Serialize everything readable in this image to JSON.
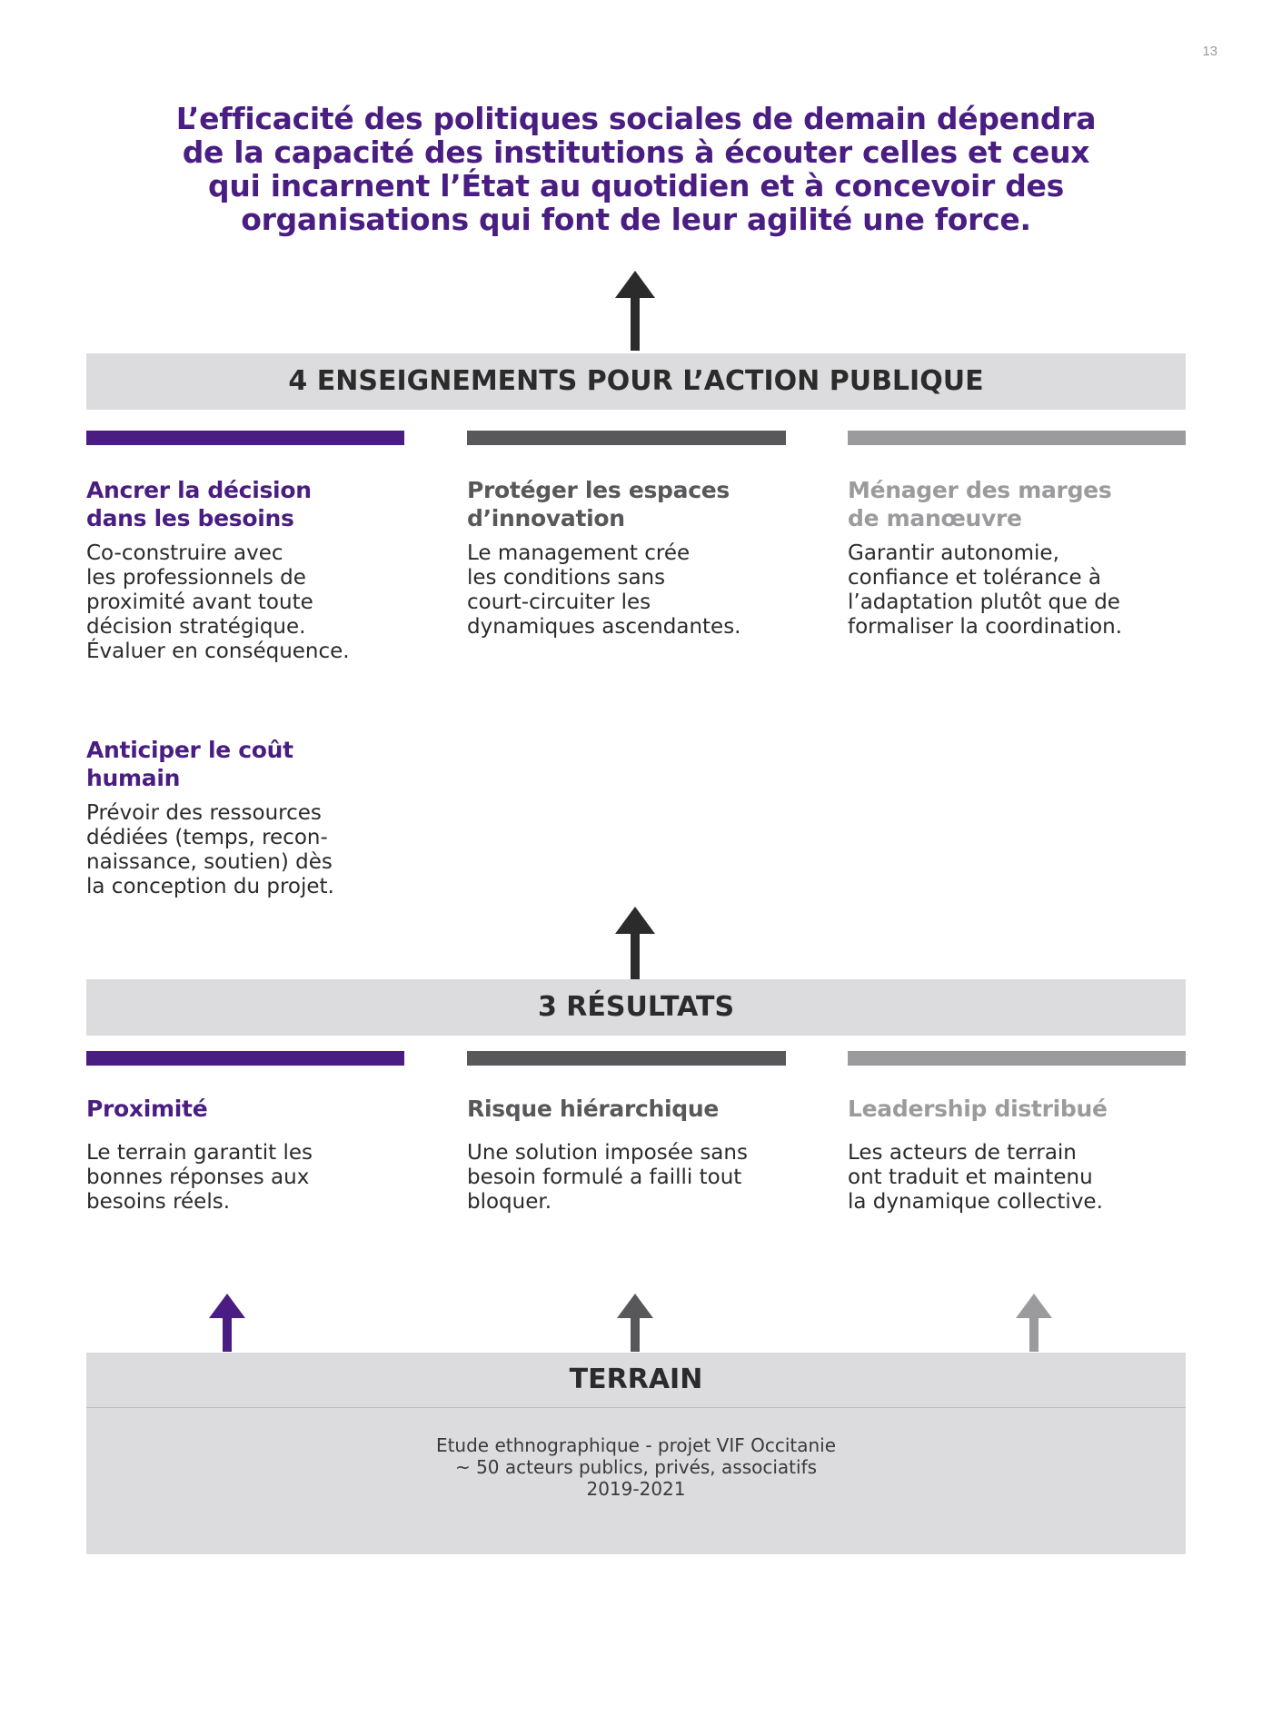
{
  "page_number": "13",
  "headline": "L’efficacité des politiques sociales de demain dépendra de la capacité des institutions à écouter celles et ceux qui incarnent l’État au quotidien et à concevoir des organisations qui font de leur agilité une force.",
  "colors": {
    "purple": "#4a1d82",
    "dark_gray": "#58585a",
    "light_gray": "#9b9b9d",
    "band": "#dcdcde"
  },
  "enseignements": {
    "title": "4 ENSEIGNEMENTS POUR L’ACTION PUBLIQUE",
    "items": [
      {
        "heading": "Ancrer la décision\ndans les besoins",
        "text": "Co-construire avec\nles professionnels de\nproximité avant toute\ndécision stratégique.\nÉvaluer en conséquence."
      },
      {
        "heading": "Protéger les espaces\nd’innovation",
        "text": "Le management crée\nles conditions sans\ncourt-circuiter les\ndynamiques ascendantes."
      },
      {
        "heading": "Ménager des marges\nde manœuvre",
        "text": "Garantir autonomie,\nconfiance et tolérance à\nl’adaptation plutôt que de\nformaliser la coordination."
      },
      {
        "heading": "Anticiper le coût\nhumain",
        "text": "Prévoir des ressources\ndédiées (temps, recon-\nnaissance, soutien) dès\nla conception du projet."
      }
    ]
  },
  "resultats": {
    "title": "3 RÉSULTATS",
    "items": [
      {
        "heading": "Proximité",
        "text": "Le terrain garantit les\nbonnes réponses aux\nbesoins réels."
      },
      {
        "heading": "Risque hiérarchique",
        "text": "Une solution imposée sans\nbesoin formulé a failli tout\nbloquer."
      },
      {
        "heading": "Leadership distribué",
        "text": "Les acteurs de terrain\nont traduit et maintenu\nla dynamique collective."
      }
    ]
  },
  "terrain": {
    "title": "TERRAIN",
    "lines": [
      "Etude ethnographique - projet VIF Occitanie",
      "~ 50 acteurs publics, privés, associatifs",
      "2019-2021"
    ]
  }
}
